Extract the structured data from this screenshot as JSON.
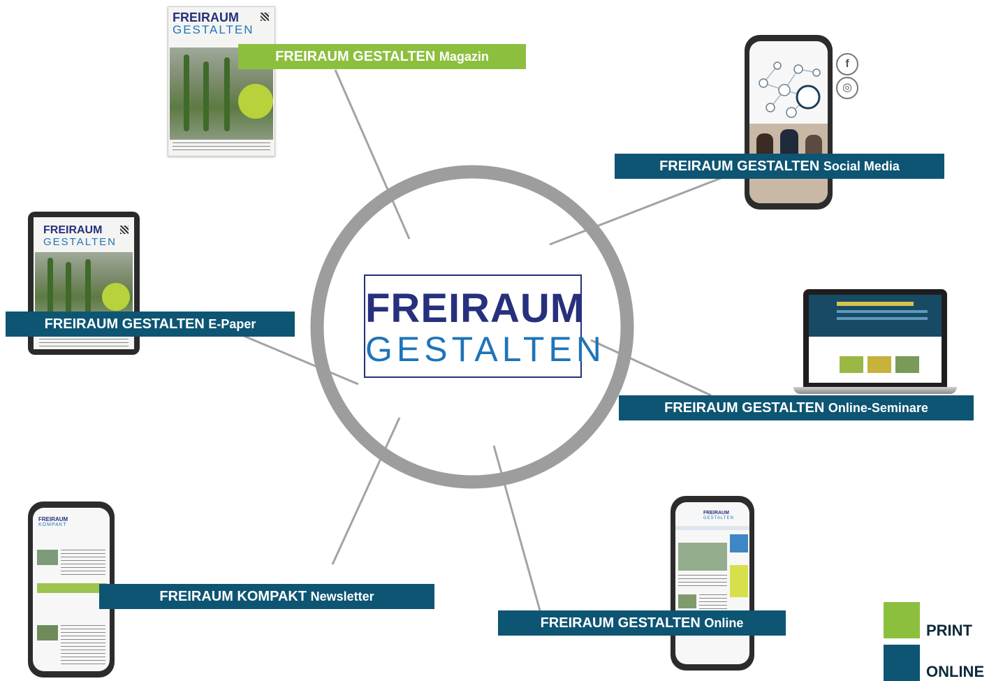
{
  "logo": {
    "line1": "FREIRAUM",
    "line2": "GESTALTEN"
  },
  "labels": {
    "magazin": {
      "main": "FREIRAUM GESTALTEN",
      "sub": "Magazin",
      "category": "print"
    },
    "epaper": {
      "main": "FREIRAUM GESTALTEN",
      "sub": "E-Paper",
      "category": "online"
    },
    "social": {
      "main": "FREIRAUM GESTALTEN",
      "sub": "Social Media",
      "category": "online"
    },
    "seminare": {
      "main": "FREIRAUM GESTALTEN",
      "sub": "Online-Seminare",
      "category": "online"
    },
    "newsletter": {
      "main": "FREIRAUM KOMPAKT",
      "sub": "Newsletter",
      "category": "online"
    },
    "online": {
      "main": "FREIRAUM GESTALTEN",
      "sub": "Online",
      "category": "online"
    }
  },
  "mockups": {
    "magazine_logo_1": "FREIRAUM",
    "magazine_logo_2": "GESTALTEN",
    "tablet_logo_1": "FREIRAUM",
    "tablet_logo_2": "GESTALTEN",
    "newsletter_logo_1": "FREIRAUM",
    "newsletter_logo_2": "KOMPAKT",
    "website_logo_1": "FREIRAUM",
    "website_logo_2": "GESTALTEN"
  },
  "social_icons": [
    {
      "name": "facebook-icon",
      "glyph": "f"
    },
    {
      "name": "instagram-icon",
      "glyph": "◎"
    }
  ],
  "legend": [
    {
      "label": "PRINT",
      "color": "#8dbf3f"
    },
    {
      "label": "ONLINE",
      "color": "#0d5573"
    }
  ],
  "colors": {
    "print": "#8dbf3f",
    "online": "#0d5573",
    "logo_dark": "#26307c",
    "logo_light": "#1f74b8",
    "ring": "#9d9d9d",
    "connector": "#a3a3a3"
  }
}
